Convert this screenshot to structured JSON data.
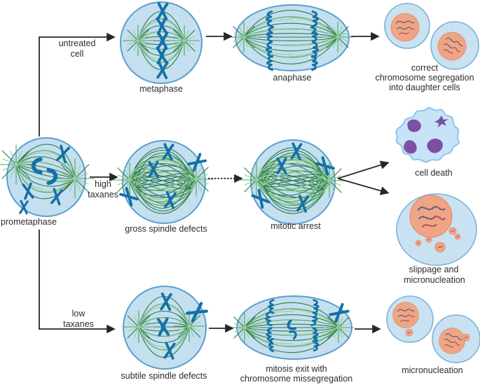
{
  "colors": {
    "cell_fill": "#c4dfef",
    "cell_stroke": "#5b9fcd",
    "cell_fill2": "#c9e2f1",
    "cell_stroke2": "#7ab2d8",
    "spindle_dark": "#2c7a4e",
    "spindle_mid": "#55a161",
    "spindle_light": "#9ad099",
    "centrosome": "#8fd0b0",
    "chromosome": "#1371a8",
    "nucleus": "#efa585",
    "nucleus_stroke": "#e08d6e",
    "chromatin_red": "#a8544e",
    "chromatin_blue": "#2a6fa8",
    "chromatin_purple": "#7b51a1",
    "apoptotic_fill": "#c6e3f8",
    "apoptotic_stroke": "#8fc3ec",
    "arrow": "#272727",
    "label": "#2d2d2d"
  },
  "labels": {
    "untreated_line1": "untreated",
    "untreated_line2": "cell",
    "metaphase": "metaphase",
    "anaphase": "anaphase",
    "correct_line1": "correct",
    "correct_line2": "chromosome segregation",
    "correct_line3": "into daughter cells",
    "prometaphase": "prometaphase",
    "high_line1": "high",
    "high_line2": "taxanes",
    "gross_spindle_defects": "gross spindle defects",
    "mitotic_arrest": "mitotic arrest",
    "cell_death": "cell death",
    "slippage_line1": "slippage and",
    "slippage_line2": "micronucleation",
    "low_line1": "low",
    "low_line2": "taxanes",
    "subtile_spindle_defects": "subtile spindle defects",
    "mitosis_exit_line1": "mitosis exit with",
    "mitosis_exit_line2": "chromosome missegregation",
    "micronucleation": "micronucleation"
  },
  "structure": {
    "root_cell": "prometaphase",
    "branches": [
      {
        "condition": "untreated cell",
        "stages": [
          "metaphase",
          "anaphase"
        ],
        "outcome": "correct chromosome segregation into daughter cells"
      },
      {
        "condition": "high taxanes",
        "stages": [
          "gross spindle defects",
          "mitotic arrest"
        ],
        "outcomes": [
          "cell death",
          "slippage and micronucleation"
        ]
      },
      {
        "condition": "low taxanes",
        "stages": [
          "subtile spindle defects",
          "mitosis exit with chromosome missegregation"
        ],
        "outcome": "micronucleation"
      }
    ]
  }
}
